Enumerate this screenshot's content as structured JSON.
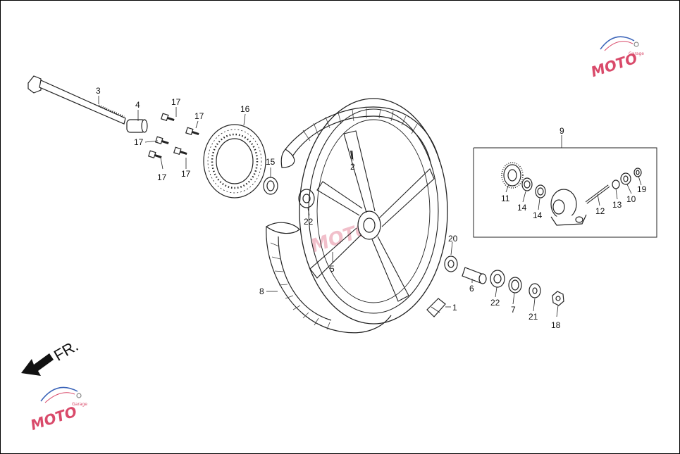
{
  "direction_label": "FR.",
  "callouts": [
    "1",
    "2",
    "3",
    "4",
    "5",
    "6",
    "7",
    "8",
    "9",
    "10",
    "11",
    "12",
    "13",
    "14",
    "15",
    "16",
    "17",
    "18",
    "19",
    "20",
    "21",
    "22"
  ],
  "watermark": {
    "brand": "MOTO",
    "suffix": "Garage"
  },
  "colors": {
    "line": "#222222",
    "watermark_pink": "#d94a6a",
    "watermark_blue": "#3a63b8",
    "arrow": "#111111"
  }
}
